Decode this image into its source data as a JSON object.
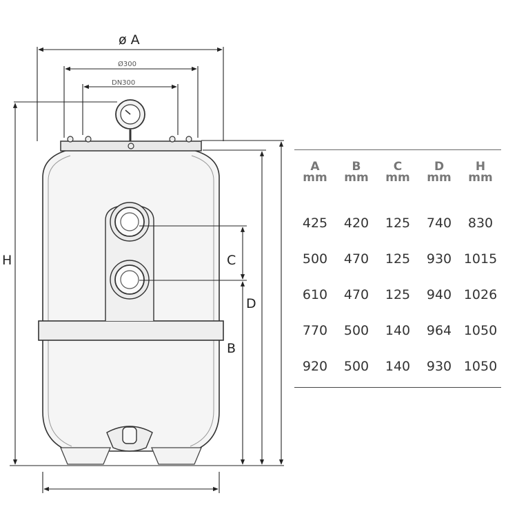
{
  "diagram": {
    "labels": {
      "diameter_a": "ø A",
      "flange_diameter": "Ø300",
      "flange_dn": "DN300",
      "height_h": "H",
      "dim_c": "C",
      "dim_d": "D",
      "dim_b": "B"
    }
  },
  "table": {
    "headers": [
      {
        "letter": "A",
        "unit": "mm"
      },
      {
        "letter": "B",
        "unit": "mm"
      },
      {
        "letter": "C",
        "unit": "mm"
      },
      {
        "letter": "D",
        "unit": "mm"
      },
      {
        "letter": "H",
        "unit": "mm"
      }
    ],
    "rows": [
      [
        "425",
        "420",
        "125",
        "740",
        "830"
      ],
      [
        "500",
        "470",
        "125",
        "930",
        "1015"
      ],
      [
        "610",
        "470",
        "125",
        "940",
        "1026"
      ],
      [
        "770",
        "500",
        "140",
        "964",
        "1050"
      ],
      [
        "920",
        "500",
        "140",
        "930",
        "1050"
      ]
    ]
  }
}
